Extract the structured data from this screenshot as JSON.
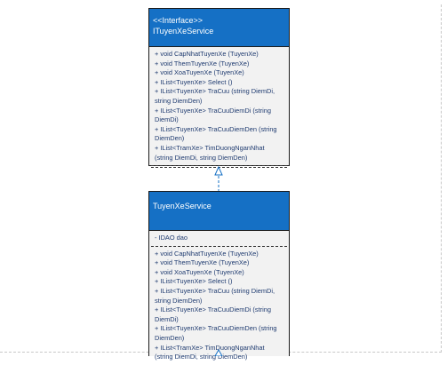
{
  "interface_box": {
    "stereotype": "<<Interface>>",
    "name": "ITuyenXeService",
    "methods": [
      "+ void CapNhatTuyenXe (TuyenXe)",
      "+ void ThemTuyenXe (TuyenXe)",
      "+ void XoaTuyenXe (TuyenXe)",
      "+ IList<TuyenXe> Select ()",
      "+ IList<TuyenXe> TraCuu (string DiemDi,\nstring DiemDen)",
      "+ IList<TuyenXe> TraCuuDiemDi (string\nDiemDi)",
      "+ IList<TuyenXe> TraCuuDiemDen (string\nDiemDen)",
      "+ IList<TramXe> TimDuongNganNhat\n(string DiemDi, string DiemDen)"
    ]
  },
  "service_box": {
    "name": "TuyenXeService",
    "attributes": [
      "- IDAO dao"
    ],
    "methods": [
      "+ void CapNhatTuyenXe (TuyenXe)",
      "+ void ThemTuyenXe (TuyenXe)",
      "+ void XoaTuyenXe (TuyenXe)",
      "+ IList<TuyenXe> Select ()",
      "+ IList<TuyenXe> TraCuu (string DiemDi,\nstring DiemDen)",
      "+ IList<TuyenXe> TraCuuDiemDi (string\nDiemDi)",
      "+ IList<TuyenXe> TraCuuDiemDen (string\nDiemDen)",
      "+ IList<TramXe> TimDuongNganNhat\n(string DiemDi, string DiemDen)"
    ]
  },
  "colors": {
    "header_fill": "#1570c5",
    "body_fill": "#f2f2f2",
    "text": "#1f3b70",
    "border": "#1b1b1b",
    "connector": "#1570c5"
  }
}
